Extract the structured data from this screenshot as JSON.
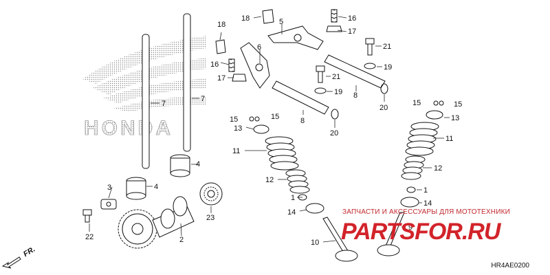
{
  "brand_logo_text": "HONDA",
  "diagram_code": "HR4AE0200",
  "direction_label": "FR.",
  "watermark": {
    "caption": "ЗАПЧАСТИ И АКСЕССУАРЫ ДЛЯ МОТОТЕХНИКИ",
    "main": "PARTSFOR.RU"
  },
  "callouts": {
    "c2": "2",
    "c3": "3",
    "c4a": "4",
    "c4b": "4",
    "c5": "5",
    "c6": "6",
    "c7a": "7",
    "c7b": "7",
    "c8a": "8",
    "c8b": "8",
    "c9": "9",
    "c10": "10",
    "c11a": "11",
    "c11b": "11",
    "c12a": "12",
    "c12b": "12",
    "c13a": "13",
    "c13b": "13",
    "c14a": "14",
    "c14b": "14",
    "c15a": "15",
    "c15b": "15",
    "c15c": "15",
    "c15d": "15",
    "c16a": "16",
    "c16b": "16",
    "c17a": "17",
    "c17b": "17",
    "c18a": "18",
    "c18b": "18",
    "c19a": "19",
    "c19b": "19",
    "c20a": "20",
    "c20b": "20",
    "c21a": "21",
    "c21b": "21",
    "c22": "22",
    "c23": "23",
    "c1a": "1",
    "c1b": "1"
  },
  "colors": {
    "line": "#111111",
    "watermark": "#d2232a",
    "logo": "#9a9a9a"
  }
}
